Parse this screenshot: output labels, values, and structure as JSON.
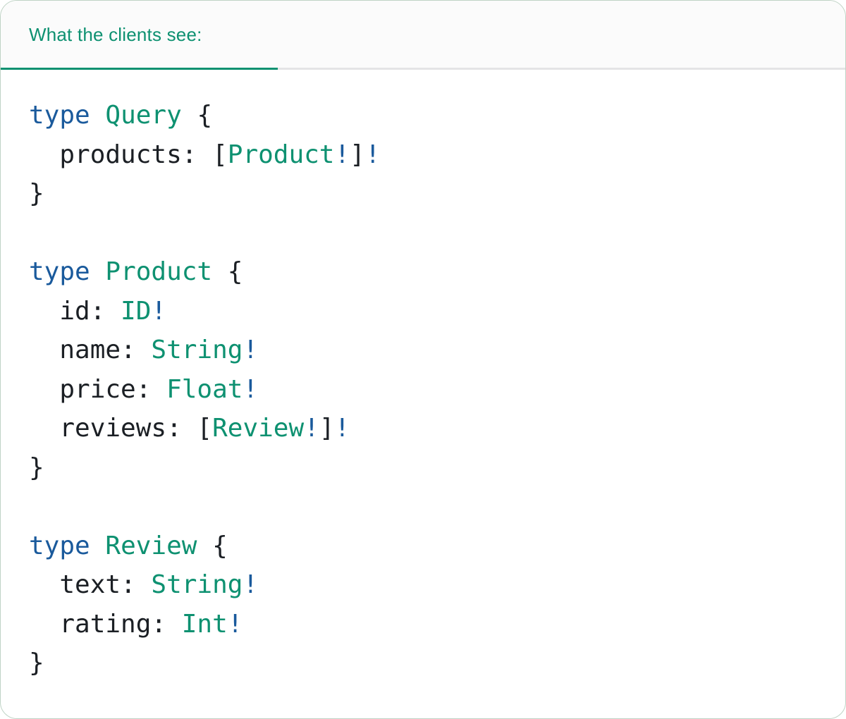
{
  "header": {
    "tab_label": "What the clients see:"
  },
  "colors": {
    "accent_teal": "#0E9171",
    "keyword_blue": "#1A5A9C",
    "plain_text": "#1B1F24",
    "header_background": "#FBFBFB",
    "divider_gray": "#E4E4E6",
    "panel_border": "#BFD3C5"
  },
  "code": {
    "lines": [
      {
        "tokens": [
          {
            "t": "type",
            "c": "k"
          },
          {
            "t": " ",
            "c": "p"
          },
          {
            "t": "Query",
            "c": "t"
          },
          {
            "t": " {",
            "c": "p"
          }
        ]
      },
      {
        "tokens": [
          {
            "t": "  products: [",
            "c": "p"
          },
          {
            "t": "Product",
            "c": "t"
          },
          {
            "t": "!",
            "c": "k"
          },
          {
            "t": "]",
            "c": "p"
          },
          {
            "t": "!",
            "c": "k"
          }
        ]
      },
      {
        "tokens": [
          {
            "t": "}",
            "c": "p"
          }
        ]
      },
      {
        "tokens": []
      },
      {
        "tokens": [
          {
            "t": "type",
            "c": "k"
          },
          {
            "t": " ",
            "c": "p"
          },
          {
            "t": "Product",
            "c": "t"
          },
          {
            "t": " {",
            "c": "p"
          }
        ]
      },
      {
        "tokens": [
          {
            "t": "  id: ",
            "c": "p"
          },
          {
            "t": "ID",
            "c": "t"
          },
          {
            "t": "!",
            "c": "k"
          }
        ]
      },
      {
        "tokens": [
          {
            "t": "  name: ",
            "c": "p"
          },
          {
            "t": "String",
            "c": "t"
          },
          {
            "t": "!",
            "c": "k"
          }
        ]
      },
      {
        "tokens": [
          {
            "t": "  price: ",
            "c": "p"
          },
          {
            "t": "Float",
            "c": "t"
          },
          {
            "t": "!",
            "c": "k"
          }
        ]
      },
      {
        "tokens": [
          {
            "t": "  reviews: [",
            "c": "p"
          },
          {
            "t": "Review",
            "c": "t"
          },
          {
            "t": "!",
            "c": "k"
          },
          {
            "t": "]",
            "c": "p"
          },
          {
            "t": "!",
            "c": "k"
          }
        ]
      },
      {
        "tokens": [
          {
            "t": "}",
            "c": "p"
          }
        ]
      },
      {
        "tokens": []
      },
      {
        "tokens": [
          {
            "t": "type",
            "c": "k"
          },
          {
            "t": " ",
            "c": "p"
          },
          {
            "t": "Review",
            "c": "t"
          },
          {
            "t": " {",
            "c": "p"
          }
        ]
      },
      {
        "tokens": [
          {
            "t": "  text: ",
            "c": "p"
          },
          {
            "t": "String",
            "c": "t"
          },
          {
            "t": "!",
            "c": "k"
          }
        ]
      },
      {
        "tokens": [
          {
            "t": "  rating: ",
            "c": "p"
          },
          {
            "t": "Int",
            "c": "t"
          },
          {
            "t": "!",
            "c": "k"
          }
        ]
      },
      {
        "tokens": [
          {
            "t": "}",
            "c": "p"
          }
        ]
      }
    ]
  }
}
